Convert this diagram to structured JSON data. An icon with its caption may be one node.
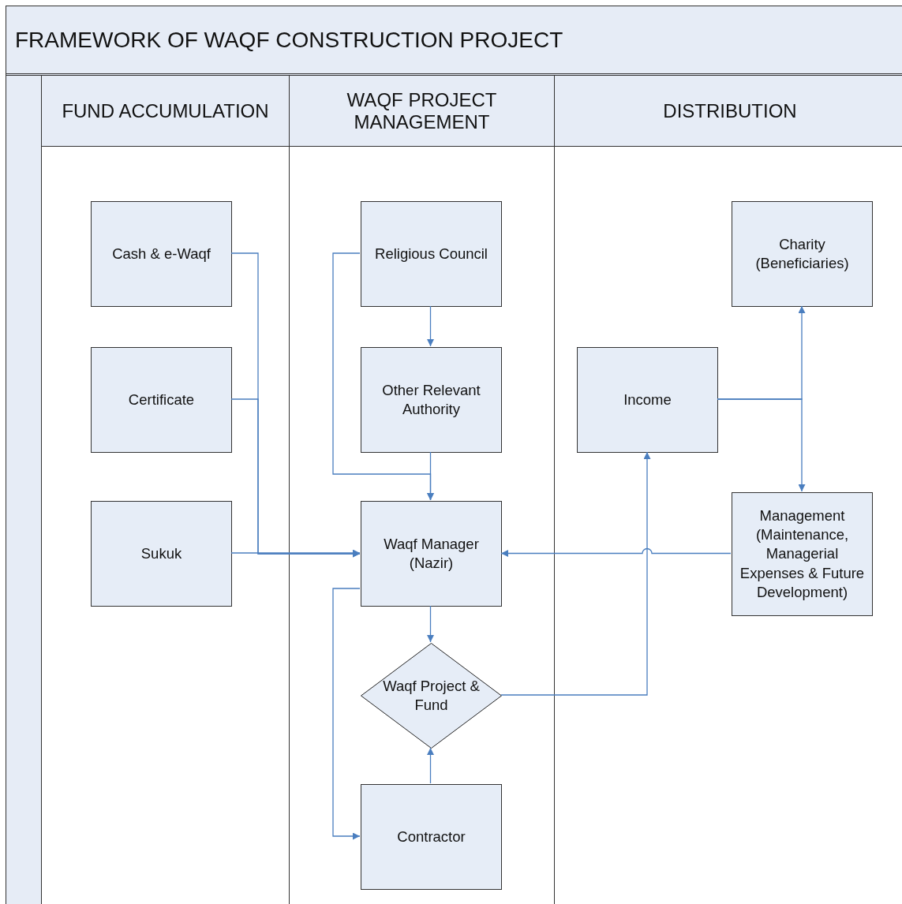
{
  "diagram": {
    "nodes": [
      {
        "text": [
          "FRAMEWORK OF WAQF CONSTRUCTION PROJECT"
        ]
      },
      {
        "text": [
          "FUND ACCUMULATION"
        ],
        "in": 0
      },
      {
        "text": [
          "WAQF PROJECT MANAGEMENT"
        ],
        "in": 0
      },
      {
        "text": [
          "DISTRIBUTION"
        ],
        "in": 0
      },
      {
        "text": [
          "Cash & e-Waqf"
        ],
        "in": 1
      },
      {
        "text": [
          "Certificate"
        ],
        "in": 1
      },
      {
        "text": [
          "Sukuk"
        ],
        "in": 1
      },
      {
        "text": [
          "Religious Council"
        ],
        "in": 2
      },
      {
        "text": [
          "Other Relevant Authority"
        ],
        "in": 2
      },
      {
        "text": [
          "Waqf Manager (Nazir)"
        ],
        "in": 2
      },
      {
        "text": [
          "Waqf Project & Fund"
        ],
        "in": 2
      },
      {
        "text": [
          "Contractor"
        ],
        "in": 2
      },
      {
        "text": [
          "Charity (Beneficiaries)"
        ],
        "in": 3
      },
      {
        "text": [
          "Income"
        ],
        "in": 3
      },
      {
        "text": [
          "Management (Maintenance, Managerial Expenses & Future Development)"
        ],
        "in": 3
      }
    ],
    "edges": [
      {
        "from": 4,
        "to": 9,
        "arrow": "to"
      },
      {
        "from": 5,
        "to": 9,
        "arrow": "to"
      },
      {
        "from": 6,
        "to": 9,
        "arrow": "to"
      },
      {
        "from": 7,
        "to": 8,
        "arrow": "to"
      },
      {
        "from": 8,
        "to": 9,
        "arrow": "to"
      },
      {
        "from": 7,
        "to": 9,
        "arrow": "to"
      },
      {
        "from": 9,
        "to": 10,
        "arrow": "to"
      },
      {
        "from": 9,
        "to": 11,
        "arrow": "to"
      },
      {
        "from": 11,
        "to": 10,
        "arrow": "to"
      },
      {
        "from": 10,
        "to": 13,
        "arrow": "to"
      },
      {
        "from": 13,
        "to": 12,
        "arrow": "to"
      },
      {
        "from": 13,
        "to": 14,
        "arrow": "to"
      },
      {
        "from": 14,
        "to": 9,
        "arrow": "to"
      }
    ]
  }
}
